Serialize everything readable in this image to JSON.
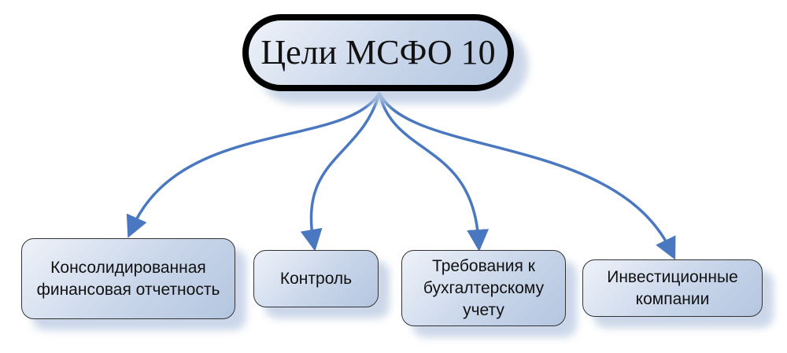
{
  "root": {
    "label": "Цели МСФО 10"
  },
  "children": [
    {
      "label": "Консолидированная финансовая отчетность"
    },
    {
      "label": "Контроль"
    },
    {
      "label": "Требования к бухгалтерскому учету"
    },
    {
      "label": "Инвестиционные компании"
    }
  ],
  "colors": {
    "arrow": "#4a78c0",
    "border": "#000000"
  }
}
